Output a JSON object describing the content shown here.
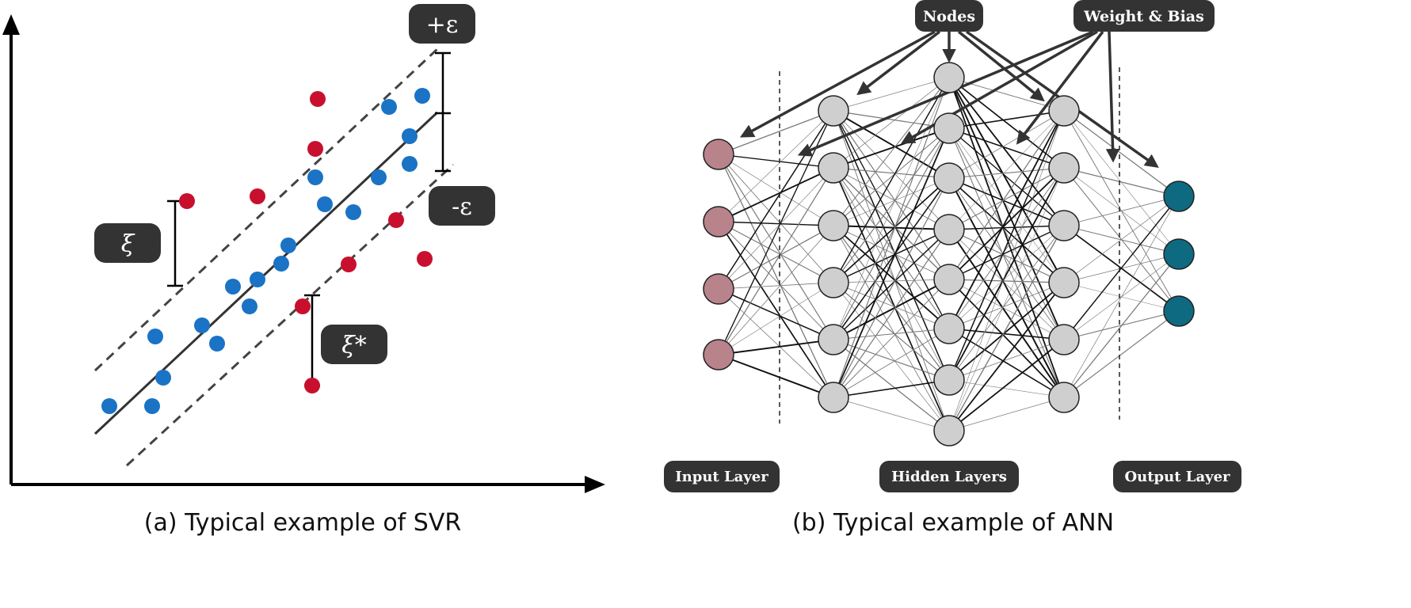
{
  "svr": {
    "caption": "(a) Typical example of SVR",
    "plus_epsilon_label": "+ε",
    "minus_epsilon_label": "-ε",
    "xi_label": "ξ",
    "xi_star_label": "ξ*"
  },
  "ann": {
    "caption": "(b) Typical example of ANN",
    "nodes_label": "Nodes",
    "weight_bias_label": "Weight & Bias",
    "input_layer_label": "Input Layer",
    "hidden_layers_label": "Hidden Layers",
    "output_layer_label": "Output Layer",
    "layer_sizes": [
      4,
      6,
      8,
      6,
      3
    ]
  },
  "colors": {
    "inlier_point": "#1a73c4",
    "outlier_point": "#c8102e",
    "input_node": "#b9838c",
    "hidden_node": "#cfcfcf",
    "output_node": "#0e6a80",
    "label_pill": "#333333"
  }
}
